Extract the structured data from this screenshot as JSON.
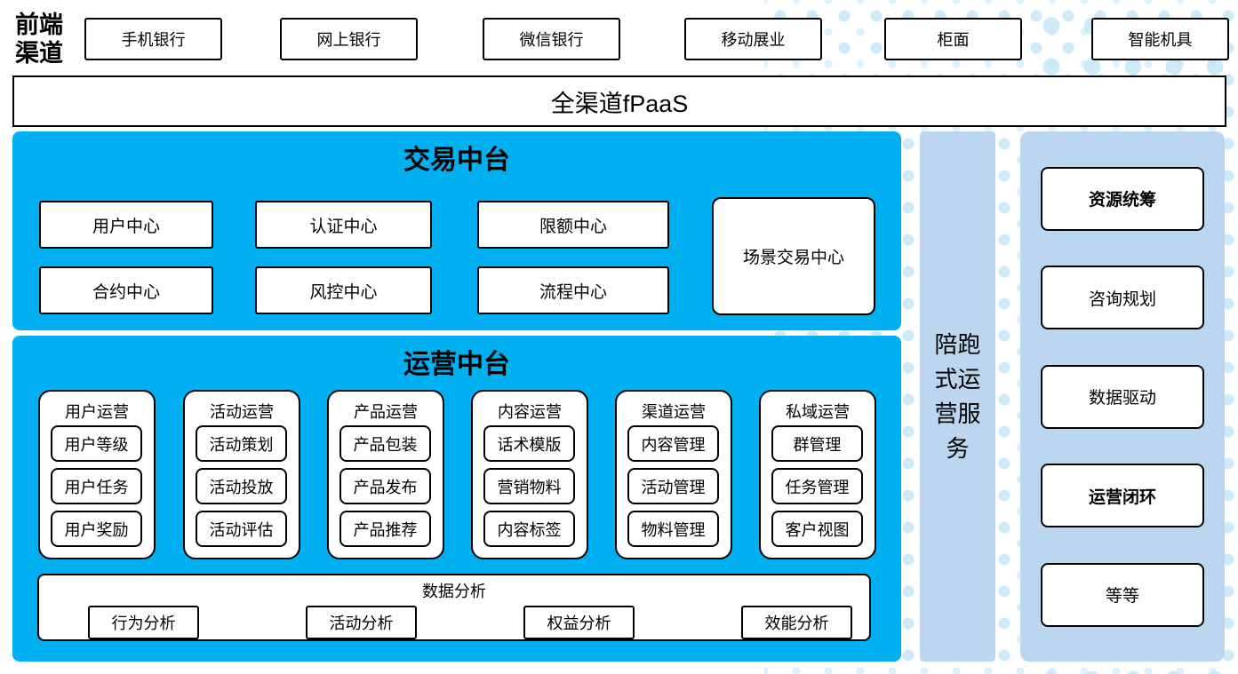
{
  "front_channels": {
    "label": "前端渠道",
    "items": [
      "手机银行",
      "网上银行",
      "微信银行",
      "移动展业",
      "柜面",
      "智能机具"
    ]
  },
  "fpaas_bar": {
    "label": "全渠道fPaaS"
  },
  "trade_platform": {
    "title": "交易中台",
    "centers": [
      "用户中心",
      "认证中心",
      "限额中心",
      "合约中心",
      "风控中心",
      "流程中心"
    ],
    "scene_center": "场景交易中心"
  },
  "ops_platform": {
    "title": "运营中台",
    "columns": [
      {
        "header": "用户运营",
        "items": [
          "用户等级",
          "用户任务",
          "用户奖励"
        ]
      },
      {
        "header": "活动运营",
        "items": [
          "活动策划",
          "活动投放",
          "活动评估"
        ]
      },
      {
        "header": "产品运营",
        "items": [
          "产品包装",
          "产品发布",
          "产品推荐"
        ]
      },
      {
        "header": "内容运营",
        "items": [
          "话术模版",
          "营销物料",
          "内容标签"
        ]
      },
      {
        "header": "渠道运营",
        "items": [
          "内容管理",
          "活动管理",
          "物料管理"
        ]
      },
      {
        "header": "私域运营",
        "items": [
          "群管理",
          "任务管理",
          "客户视图"
        ]
      }
    ],
    "data_analysis": {
      "title": "数据分析",
      "items": [
        "行为分析",
        "活动分析",
        "权益分析",
        "效能分析"
      ]
    }
  },
  "companion_service": {
    "label": "陪跑式运营服务"
  },
  "services_panel": {
    "items": [
      "资源统筹",
      "咨询规划",
      "数据驱动",
      "运营闭环",
      "等等"
    ]
  },
  "colors": {
    "platform_blue": "#00B0F0",
    "panel_light_blue": "#BBD6EE",
    "dot_blue": "#CFEAF8"
  }
}
